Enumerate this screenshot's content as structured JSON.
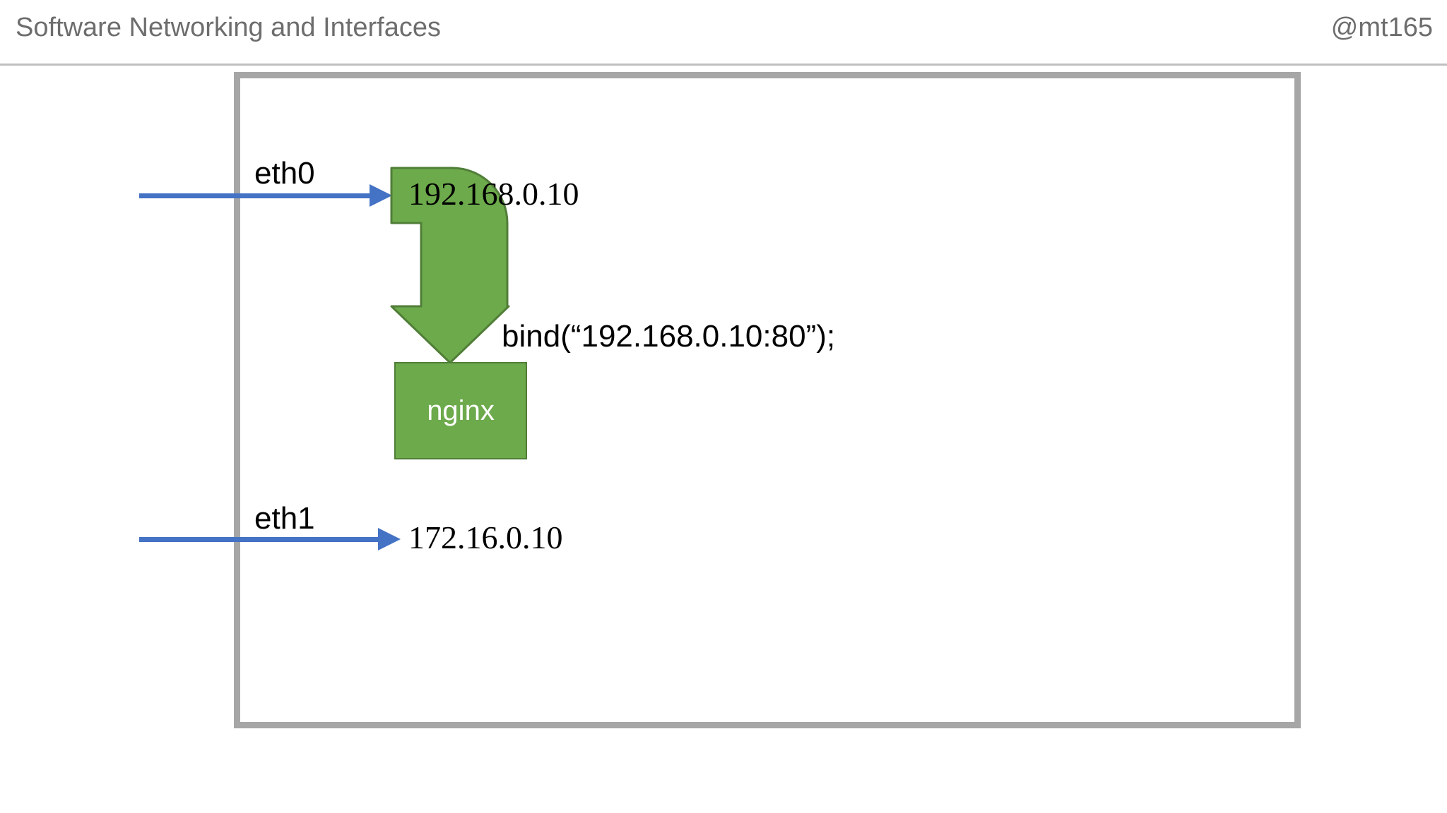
{
  "header": {
    "title": "Software Networking and Interfaces",
    "handle": "@mt165"
  },
  "diagram": {
    "host_box_name": "host-machine-boundary",
    "interfaces": [
      {
        "name": "eth0",
        "ip": "192.168.0.10"
      },
      {
        "name": "eth1",
        "ip": "172.16.0.10"
      }
    ],
    "process": {
      "label": "nginx",
      "bind_call": "bind(“192.168.0.10:80”);"
    }
  },
  "colors": {
    "header_text": "#6d6d6d",
    "header_rule": "#bfbfbf",
    "host_border": "#a6a6a6",
    "interface_arrow": "#4472c4",
    "process_green": "#6daa4b",
    "process_green_border": "#507e38",
    "body_text": "#000000",
    "process_label_text": "#ffffff",
    "background": "#ffffff"
  }
}
